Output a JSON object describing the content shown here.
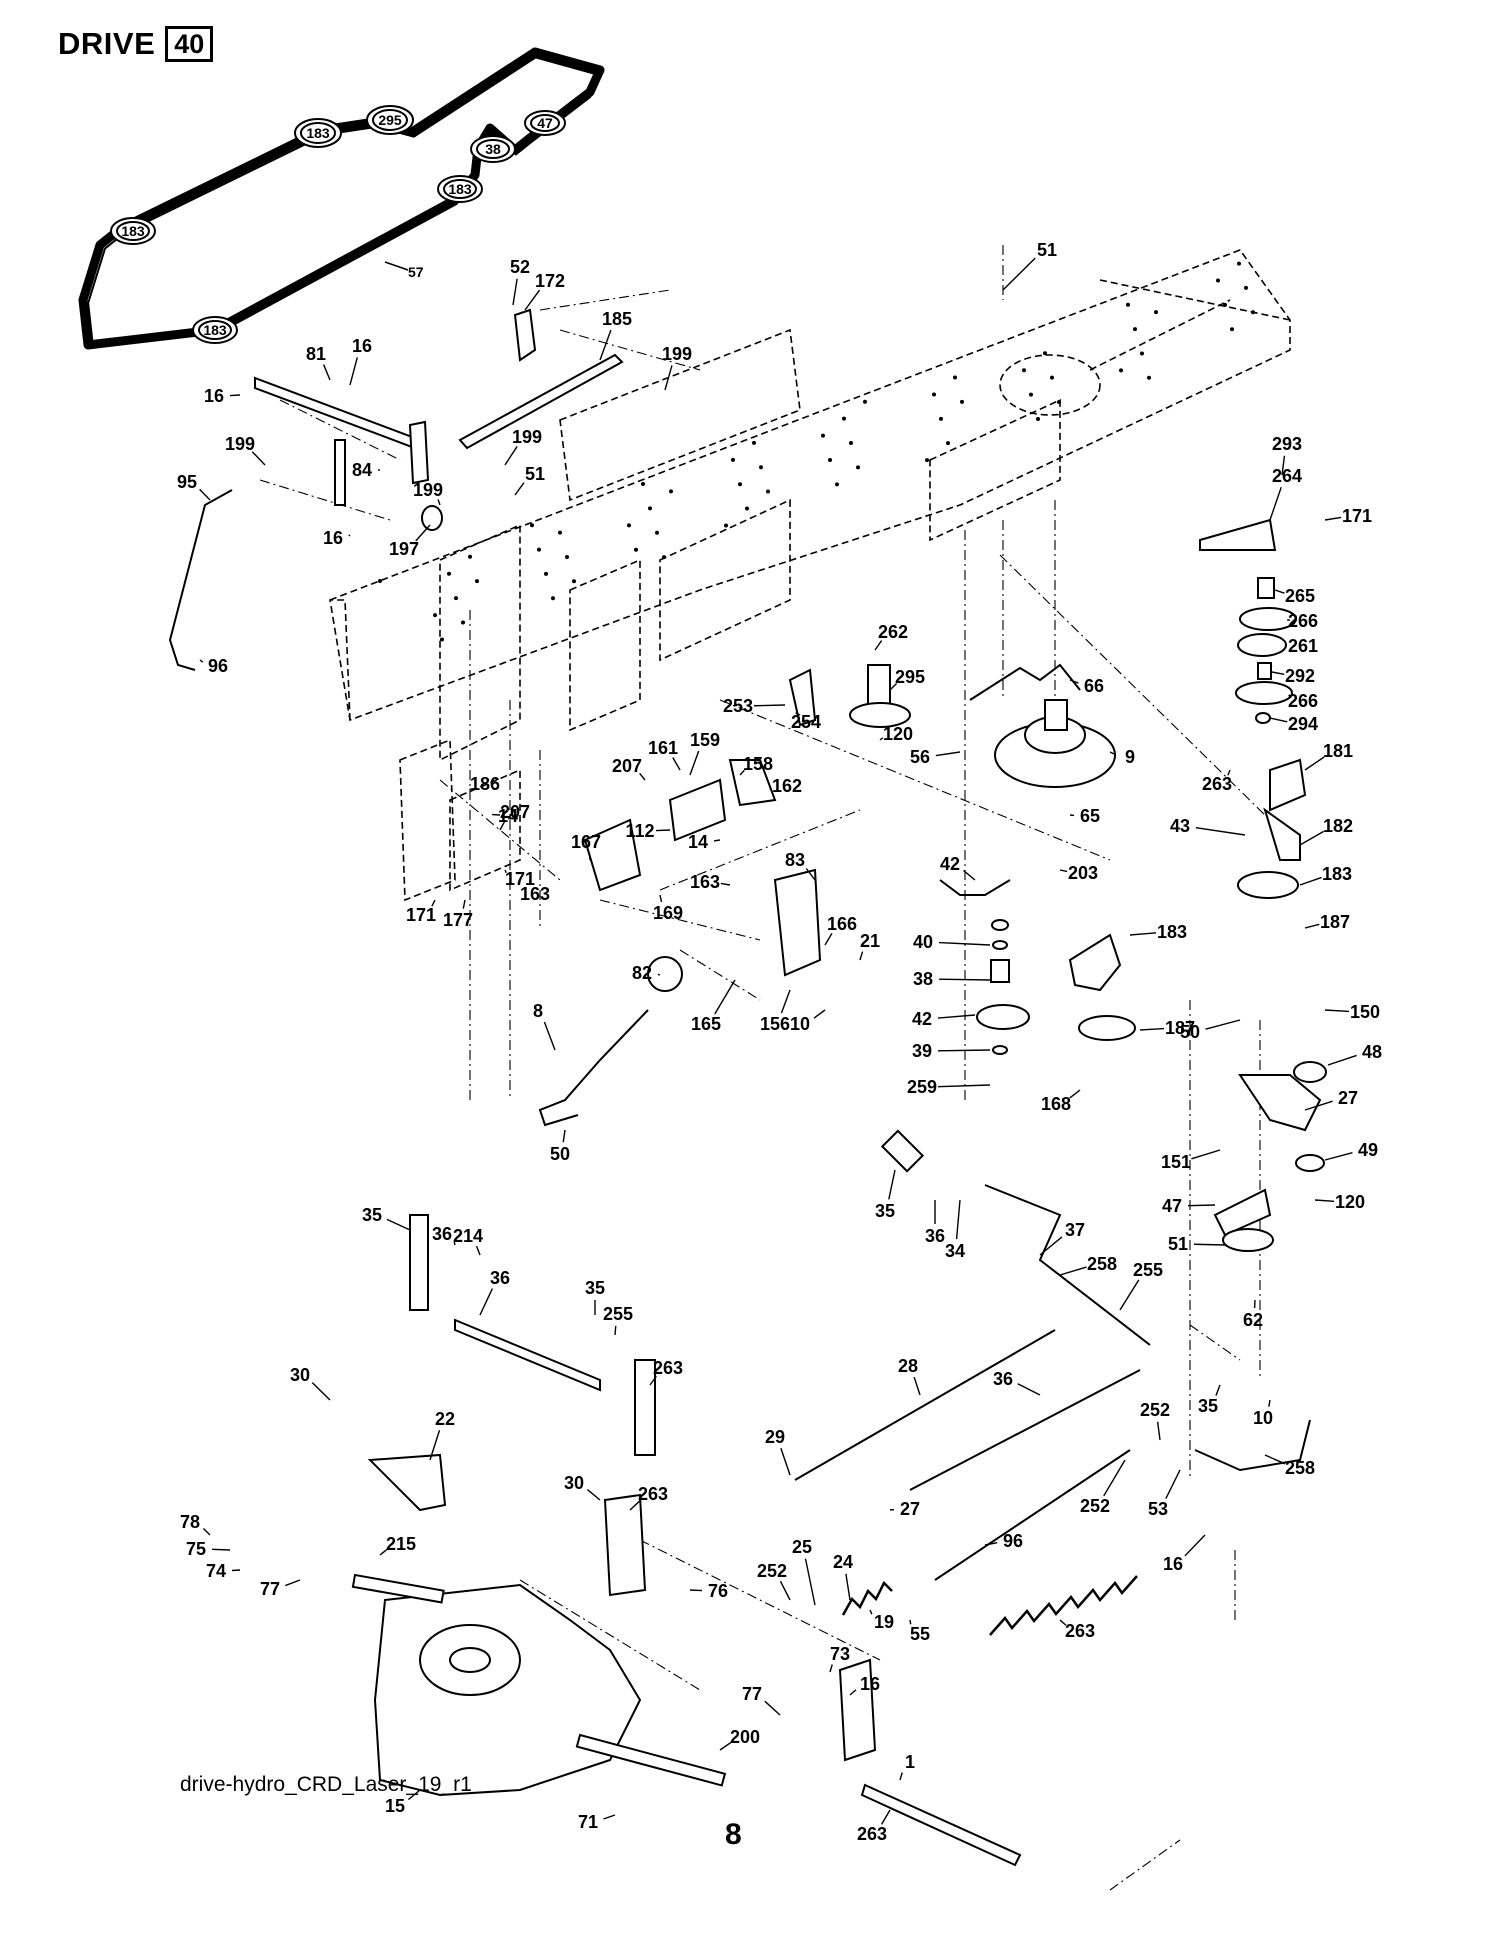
{
  "header": {
    "title": "DRIVE",
    "section_number": "40"
  },
  "footer": {
    "filename": "drive-hydro_CRD_Laser_19_r1",
    "page_number": "8"
  },
  "belt_inset": {
    "belt_label": "57",
    "pulley_labels": [
      "183",
      "295",
      "47",
      "38",
      "183",
      "183",
      "183"
    ]
  },
  "callouts": [
    "51",
    "52",
    "172",
    "185",
    "199",
    "81",
    "16",
    "16",
    "199",
    "199",
    "84",
    "51",
    "199",
    "16",
    "197",
    "95",
    "96",
    "293",
    "264",
    "171",
    "265",
    "266",
    "261",
    "292",
    "266",
    "294",
    "262",
    "295",
    "120",
    "253",
    "254",
    "66",
    "56",
    "9",
    "181",
    "263",
    "65",
    "203",
    "43",
    "182",
    "183",
    "187",
    "161",
    "159",
    "158",
    "207",
    "162",
    "186",
    "14",
    "112",
    "14",
    "83",
    "207",
    "163",
    "171",
    "163",
    "167",
    "169",
    "171",
    "177",
    "42",
    "40",
    "38",
    "42",
    "39",
    "259",
    "183",
    "187",
    "168",
    "166",
    "21",
    "82",
    "165",
    "156",
    "10",
    "8",
    "50",
    "50",
    "150",
    "48",
    "27",
    "151",
    "49",
    "47",
    "51",
    "120",
    "62",
    "35",
    "36",
    "34",
    "37",
    "258",
    "255",
    "35",
    "36",
    "214",
    "36",
    "35",
    "255",
    "263",
    "30",
    "22",
    "28",
    "36",
    "35",
    "10",
    "252",
    "252",
    "53",
    "258",
    "29",
    "27",
    "16",
    "30",
    "263",
    "76",
    "78",
    "75",
    "74",
    "77",
    "215",
    "96",
    "252",
    "25",
    "24",
    "19",
    "55",
    "263",
    "73",
    "16",
    "77",
    "200",
    "1",
    "15",
    "71",
    "263"
  ]
}
